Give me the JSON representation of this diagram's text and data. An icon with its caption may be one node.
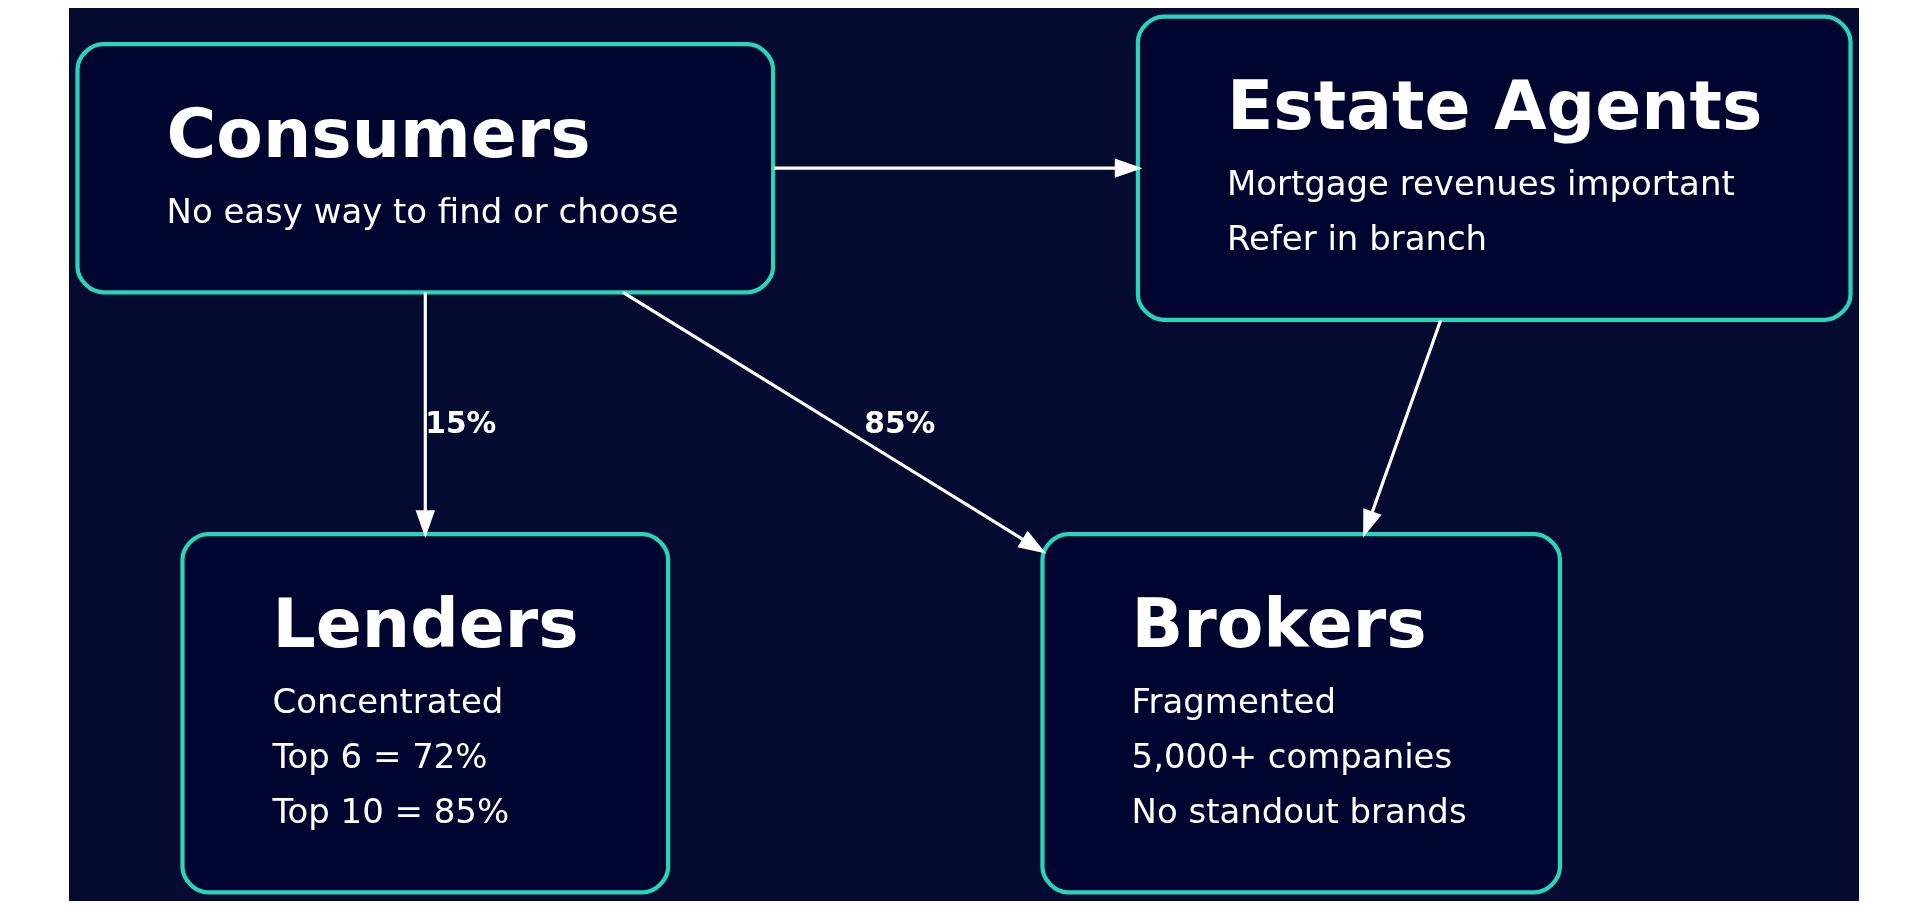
{
  "diagram": {
    "nodes": [
      {
        "text": [
          "Consumers",
          "No easy way to find or choose"
        ]
      },
      {
        "text": [
          "Estate Agents",
          "Mortgage revenues important",
          "Refer in branch"
        ]
      },
      {
        "text": [
          "Lenders",
          "Concentrated",
          "Top 6 = 72%",
          "Top 10 = 85%"
        ]
      },
      {
        "text": [
          "Brokers",
          "Fragmented",
          "5,000+ companies",
          "No standout brands"
        ]
      }
    ],
    "edges": [
      {
        "from": 0,
        "to": 1,
        "arrow": "to"
      },
      {
        "from": 0,
        "to": 2,
        "arrow": "to",
        "label": "15%"
      },
      {
        "from": 0,
        "to": 3,
        "arrow": "to",
        "label": "85%"
      },
      {
        "from": 1,
        "to": 3,
        "arrow": "to"
      }
    ]
  }
}
